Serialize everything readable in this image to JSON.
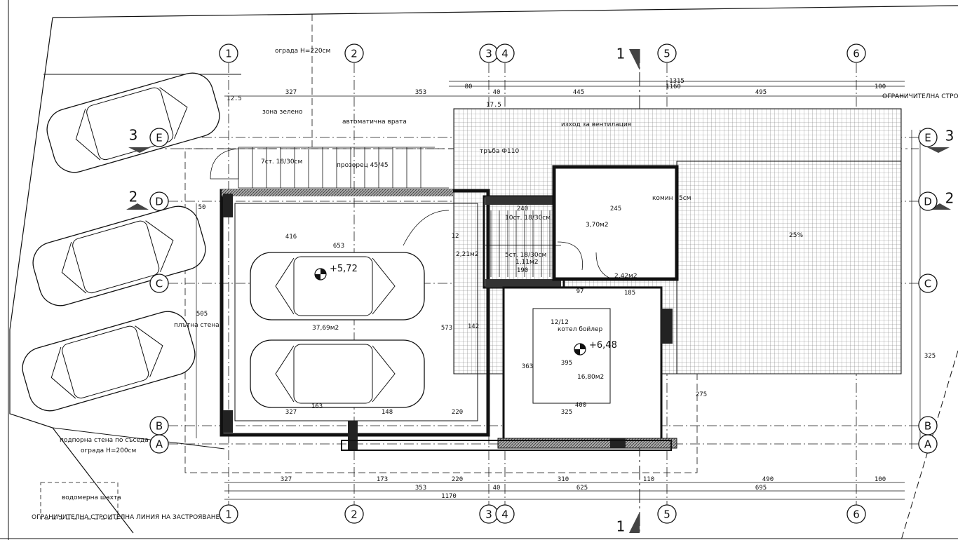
{
  "axes_top": [
    {
      "label": "1"
    },
    {
      "label": "2"
    },
    {
      "label": "3"
    },
    {
      "label": "4"
    },
    {
      "label": "5"
    },
    {
      "label": "6"
    }
  ],
  "axes_side": [
    {
      "label": "E"
    },
    {
      "label": "D"
    },
    {
      "label": "C"
    },
    {
      "label": "B"
    },
    {
      "label": "A"
    }
  ],
  "section_marks": {
    "one": "1",
    "two": "2",
    "three": "3"
  },
  "dims_top": [
    "327",
    "353",
    "445",
    "495",
    "80",
    "1160",
    "1315",
    "100",
    "12.5",
    "17.5",
    "40"
  ],
  "dims_bottom": [
    "327",
    "173",
    "353",
    "40",
    "310",
    "110",
    "625",
    "490",
    "695",
    "100",
    "1170",
    "220"
  ],
  "dims_inner": [
    "416",
    "653",
    "163",
    "327",
    "148",
    "220",
    "325",
    "400",
    "395",
    "363",
    "505",
    "573",
    "142",
    "245",
    "185",
    "97",
    "240",
    "190",
    "325",
    "275",
    "12",
    "50"
  ],
  "elevations": {
    "garage": "+5,72",
    "hall": "+6,48"
  },
  "rooms": {
    "garage_area": "37,69м2",
    "stair_area": "2,21м2",
    "bath_area": "3,70м2",
    "tech_area": "2,42м2",
    "hall_area": "16,80м2",
    "small_area": "1,11м2"
  },
  "annotations": {
    "fence_top": "ограда Н=220см",
    "fence_bottom": "ограда Н=200см",
    "green": "зона зелено",
    "gate": "автоматична врата",
    "stairs1": "7ст. 18/30см",
    "stairs2": "10ст. 18/30см",
    "stairs3": "5ст. 18/30см",
    "window": "прозорец 45/45",
    "boiler": "котел бойлер",
    "vent": "изход за вентилация",
    "pipe": "тръба Ф110",
    "shaft": "водомерна шахта",
    "limit_top": "ОГРАНИЧИТЕЛНА СТРОИТЕЛНА ЛИНИЯ НА ЗАСТРОЯВАНЕ",
    "limit_bottom": "ОГРАНИЧИТЕЛНА СТРОИТЕЛНА ЛИНИЯ НА ЗАСТРОЯВАНЕ",
    "retaining": "подпорна стена по съседа",
    "slope": "25%",
    "door": "12/12",
    "parapet": "плътна стена",
    "smoke": "комин 25см"
  },
  "colors": {
    "line": "#111111",
    "grid": "#1a1a1a",
    "hatch": "#333333",
    "fill": "#555555"
  }
}
